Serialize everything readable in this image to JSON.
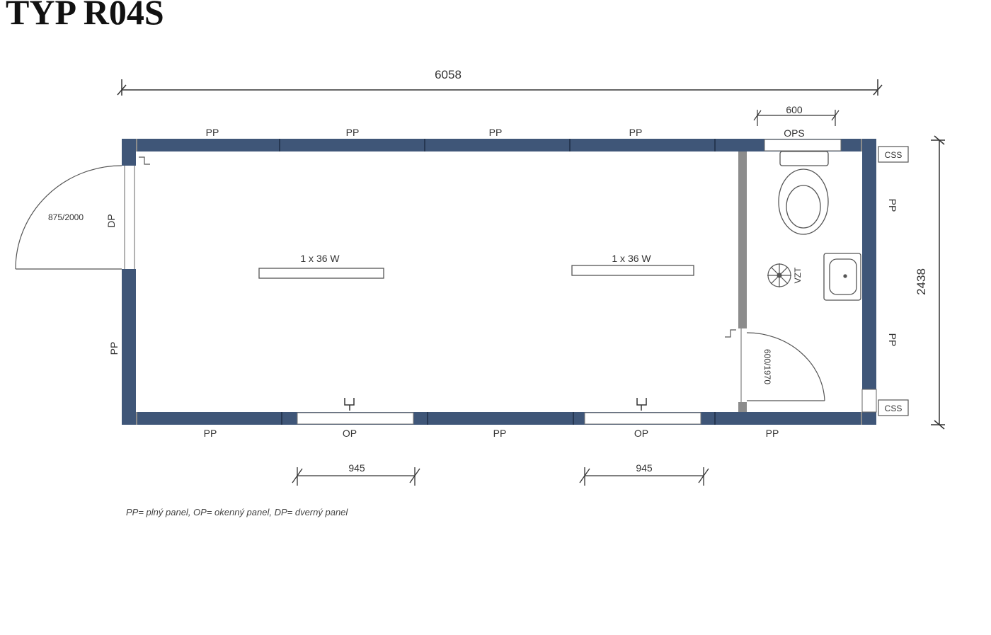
{
  "title": "TYP R04S",
  "dimensions": {
    "overall_length": "6058",
    "overall_width": "2438",
    "wc_width": "600",
    "window_1": "945",
    "window_2": "945"
  },
  "doors": {
    "main_door": "875/2000",
    "wc_door": "600/1970"
  },
  "panels": {
    "pp": "PP",
    "op": "OP",
    "dp": "DP",
    "ops": "OPS"
  },
  "lights": {
    "light_1": "1 x 36 W",
    "light_2": "1 x 36 W"
  },
  "fixtures": {
    "fan": "VZT",
    "corner_post": "CSS"
  },
  "legend_note": "PP= plný panel, OP= okenný panel, DP= dverný panel"
}
